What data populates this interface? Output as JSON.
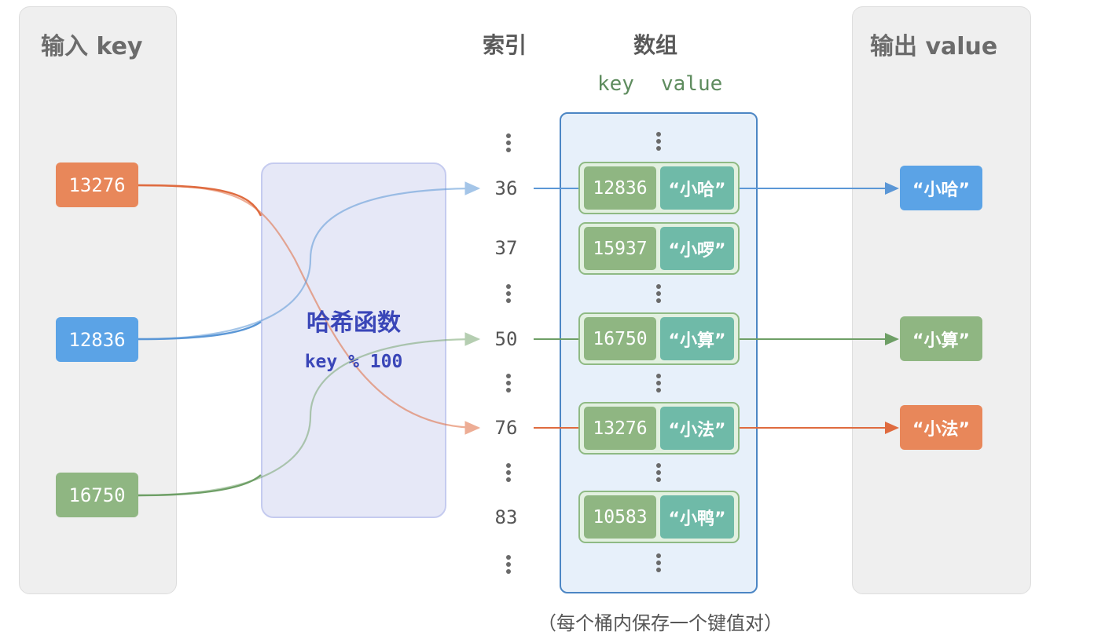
{
  "panels": {
    "input_title": "输入 key",
    "output_title": "输出 value"
  },
  "inputs": [
    {
      "key": "13276",
      "color": "#e8875a"
    },
    {
      "key": "12836",
      "color": "#5ba3e6"
    },
    {
      "key": "16750",
      "color": "#8fb682"
    }
  ],
  "hash": {
    "name": "哈希函数",
    "formula": "key % 100"
  },
  "headers": {
    "index": "索引",
    "array": "数组",
    "key": "key",
    "value": "value"
  },
  "buckets": [
    {
      "index": "36",
      "key": "12836",
      "value": "“小哈”"
    },
    {
      "index": "37",
      "key": "15937",
      "value": "“小啰”"
    },
    {
      "index": "50",
      "key": "16750",
      "value": "“小算”"
    },
    {
      "index": "76",
      "key": "13276",
      "value": "“小法”"
    },
    {
      "index": "83",
      "key": "10583",
      "value": "“小鸭”"
    }
  ],
  "outputs": [
    {
      "value": "“小哈”",
      "color": "#5ba3e6"
    },
    {
      "value": "“小算”",
      "color": "#8fb682"
    },
    {
      "value": "“小法”",
      "color": "#e8875a"
    }
  ],
  "caption": "（每个桶内保存一个键值对）"
}
